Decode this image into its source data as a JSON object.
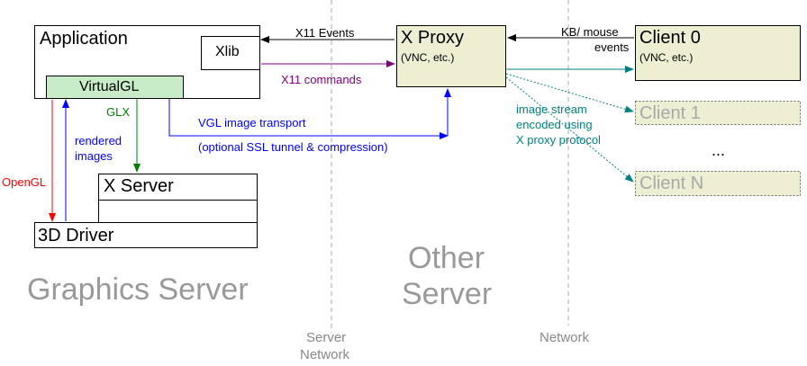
{
  "boxes": {
    "application": "Application",
    "xlib": "Xlib",
    "virtualgl": "VirtualGL",
    "x_server": "X Server",
    "driver_3d": "3D Driver",
    "x_proxy": "X Proxy",
    "x_proxy_sub": "(VNC, etc.)",
    "client0": "Client 0",
    "client0_sub": "(VNC, etc.)",
    "client1": "Client 1",
    "clientN": "Client N"
  },
  "labels": {
    "x11_events": "X11 Events",
    "x11_commands": "X11 commands",
    "kb_mouse_line1": "KB/ mouse",
    "kb_mouse_line2": "events",
    "glx": "GLX",
    "rendered_line1": "rendered",
    "rendered_line2": "images",
    "opengl": "OpenGL",
    "vgl_transport": "VGL image transport",
    "ssl_tunnel": "(optional SSL tunnel & compression)",
    "stream_line1": "image stream",
    "stream_line2": "encoded using",
    "stream_line3": "X proxy protocol",
    "ellipsis": "..."
  },
  "regions": {
    "graphics_server": "Graphics Server",
    "other_line1": "Other",
    "other_line2": "Server",
    "server_network_line1": "Server",
    "server_network_line2": "Network",
    "network": "Network"
  },
  "colors": {
    "virtualgl_fill": "#c8ecc8",
    "proxy_fill": "#eeeed2",
    "opengl": "#ff0000",
    "blue": "#0000ff",
    "green": "#008000",
    "purple": "#800080",
    "teal": "#008080",
    "region_text": "#999999",
    "dashed_gray": "#aaaaaa"
  }
}
